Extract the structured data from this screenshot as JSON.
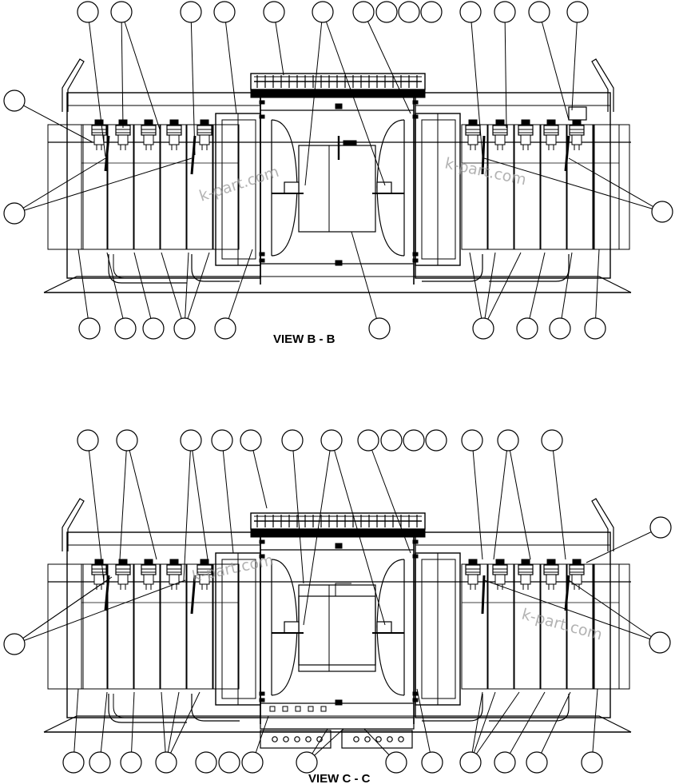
{
  "views": [
    {
      "id": "b",
      "caption": "VIEW B - B",
      "watermarks": [
        "k-part.com",
        "k-part.com"
      ]
    },
    {
      "id": "c",
      "caption": "VIEW C - C",
      "watermarks": [
        "k-part.com",
        "k-part.com"
      ]
    }
  ],
  "colors": {
    "line": "#000000",
    "background": "#ffffff",
    "watermark": "#9a9a9a"
  }
}
